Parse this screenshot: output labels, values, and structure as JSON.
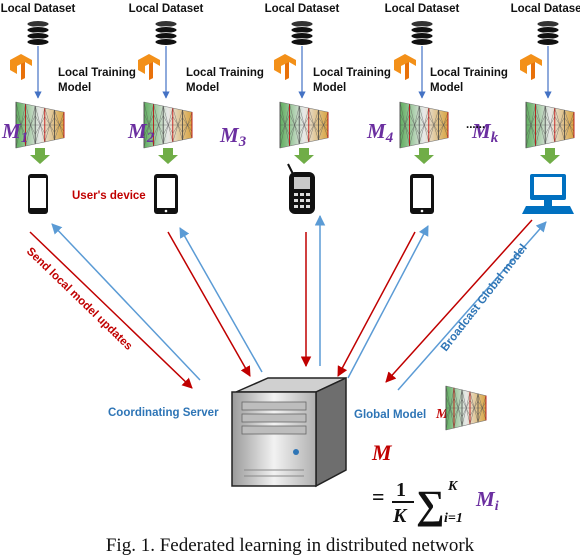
{
  "devices": [
    {
      "dataset_label": "Local Dataset",
      "training_label_line1": "Local Training",
      "training_label_line2": "Model",
      "model_letter": "M",
      "model_sub": "1",
      "device_type": "smartphone-icon"
    },
    {
      "dataset_label": "Local Dataset",
      "training_label_line1": "Local Training",
      "training_label_line2": "Model",
      "model_letter": "M",
      "model_sub": "2",
      "device_type": "tablet-icon"
    },
    {
      "dataset_label": "Local Dataset",
      "training_label_line1": "Local Training",
      "training_label_line2": "Model",
      "model_letter": "M",
      "model_sub": "4",
      "device_type": "feature-phone-icon"
    },
    {
      "dataset_label": "Local Dataset",
      "training_label_line1": "Local Training",
      "training_label_line2": "Model",
      "model_letter": "",
      "model_sub": "",
      "device_type": "tablet-icon"
    },
    {
      "dataset_label": "Local Dataset",
      "training_label_line1": "",
      "training_label_line2": "",
      "model_letter": "M",
      "model_sub": "k",
      "device_type": "desktop-computer-icon"
    }
  ],
  "extra_model": {
    "letter": "M",
    "sub": "3"
  },
  "ellipsis": "......",
  "users_device_label": "User's device",
  "send_updates_label": "Send local model  updates",
  "broadcast_label": "Broadcast Global model",
  "server_label": "Coordinating Server",
  "global_model_label": "Global Model",
  "global_model_letter": "M",
  "formula": {
    "lhs": "M",
    "equals": "=",
    "numerator": "1",
    "denominator": "K",
    "sum_symbol": "∑",
    "upper": "K",
    "lower": "i=1",
    "term": "M",
    "term_sub": "i"
  },
  "caption": "Fig. 1.  Federated learning in distributed network",
  "colors": {
    "upload_arrow": "#c00000",
    "download_arrow": "#5b9bd5",
    "model_label": "#6b2fa0",
    "tensorflow_orange": "#f39019",
    "green_arrow": "#70ad47",
    "device_blue": "#0070c0"
  }
}
